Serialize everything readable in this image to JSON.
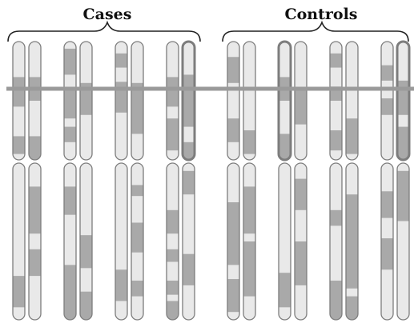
{
  "labels": {
    "cases": "Cases",
    "controls": "Controls"
  },
  "colors": {
    "background": "#ffffff",
    "chromosome_fill": "#e9e9e9",
    "chromosome_outline": "#7d7d7d",
    "band_fill": "#a9a9a9",
    "marker_line": "#9a9a9a",
    "brace": "#222222"
  },
  "groups": [
    {
      "id": "cases",
      "pairs": [
        {
          "left": {
            "top_bands": [
              [
                0.3,
                0.55
              ],
              [
                0.8,
                0.95
              ]
            ],
            "bottom_bands": [
              [
                0.72,
                0.92
              ]
            ],
            "top_dark": false
          },
          "right": {
            "top_bands": [
              [
                0.3,
                0.5
              ],
              [
                0.8,
                1.0
              ]
            ],
            "bottom_bands": [
              [
                0.15,
                0.45
              ],
              [
                0.55,
                0.72
              ]
            ],
            "top_dark": false
          }
        },
        {
          "left": {
            "top_bands": [
              [
                0.06,
                0.28
              ],
              [
                0.4,
                0.65
              ],
              [
                0.72,
                0.85
              ]
            ],
            "bottom_bands": [
              [
                0.15,
                0.33
              ],
              [
                0.65,
                1.0
              ]
            ],
            "top_dark": false
          },
          "right": {
            "top_bands": [
              [
                0.35,
                0.62
              ]
            ],
            "bottom_bands": [
              [
                0.46,
                0.67
              ],
              [
                0.82,
                1.0
              ]
            ],
            "top_dark": false
          }
        },
        {
          "left": {
            "top_bands": [
              [
                0.1,
                0.22
              ],
              [
                0.34,
                0.6
              ]
            ],
            "bottom_bands": [
              [
                0.68,
                0.88
              ]
            ],
            "top_dark": false
          },
          "right": {
            "top_bands": [
              [
                0.35,
                0.78
              ]
            ],
            "bottom_bands": [
              [
                0.14,
                0.21
              ],
              [
                0.38,
                0.57
              ],
              [
                0.75,
                0.85
              ]
            ],
            "top_dark": false
          }
        },
        {
          "left": {
            "top_bands": [
              [
                0.3,
                0.55
              ],
              [
                0.65,
                0.92
              ]
            ],
            "bottom_bands": [
              [
                0.3,
                0.45
              ],
              [
                0.55,
                0.63
              ],
              [
                0.75,
                0.84
              ],
              [
                0.88,
                1.0
              ]
            ],
            "top_dark": false
          },
          "right": {
            "top_bands": [
              [
                0.28,
                0.72
              ],
              [
                0.85,
                1.0
              ]
            ],
            "bottom_bands": [
              [
                0.05,
                0.2
              ],
              [
                0.58,
                0.78
              ]
            ],
            "top_dark": true
          }
        }
      ]
    },
    {
      "id": "controls",
      "pairs": [
        {
          "left": {
            "top_bands": [
              [
                0.13,
                0.35
              ],
              [
                0.65,
                0.85
              ]
            ],
            "bottom_bands": [
              [
                0.25,
                0.65
              ],
              [
                0.74,
                0.95
              ]
            ],
            "top_dark": false
          },
          "right": {
            "top_bands": [
              [
                0.75,
                0.95
              ]
            ],
            "bottom_bands": [
              [
                0.15,
                0.45
              ],
              [
                0.5,
                0.85
              ]
            ],
            "top_dark": false
          }
        },
        {
          "left": {
            "top_bands": [
              [
                0.3,
                0.5
              ],
              [
                0.78,
                1.0
              ]
            ],
            "bottom_bands": [
              [
                0.7,
                0.92
              ]
            ],
            "top_dark": true
          },
          "right": {
            "top_bands": [
              [
                0.4,
                0.7
              ]
            ],
            "bottom_bands": [
              [
                0.1,
                0.3
              ],
              [
                0.5,
                0.78
              ]
            ],
            "top_dark": false
          }
        },
        {
          "left": {
            "top_bands": [
              [
                0.1,
                0.22
              ],
              [
                0.38,
                0.5
              ],
              [
                0.75,
                0.92
              ]
            ],
            "bottom_bands": [
              [
                0.3,
                0.4
              ],
              [
                0.75,
                1.0
              ]
            ],
            "top_dark": false
          },
          "right": {
            "top_bands": [
              [
                0.65,
                0.95
              ]
            ],
            "bottom_bands": [
              [
                0.2,
                0.8
              ],
              [
                0.85,
                1.0
              ]
            ],
            "top_dark": false
          }
        },
        {
          "left": {
            "top_bands": [
              [
                0.2,
                0.33
              ],
              [
                0.48,
                0.62
              ]
            ],
            "bottom_bands": [
              [
                0.18,
                0.35
              ],
              [
                0.48,
                0.68
              ]
            ],
            "top_dark": false
          },
          "right": {
            "top_bands": [
              [
                0.33,
                0.62
              ],
              [
                0.72,
                1.0
              ]
            ],
            "bottom_bands": [
              [
                0.05,
                0.37
              ]
            ],
            "top_dark": true
          }
        }
      ]
    }
  ]
}
